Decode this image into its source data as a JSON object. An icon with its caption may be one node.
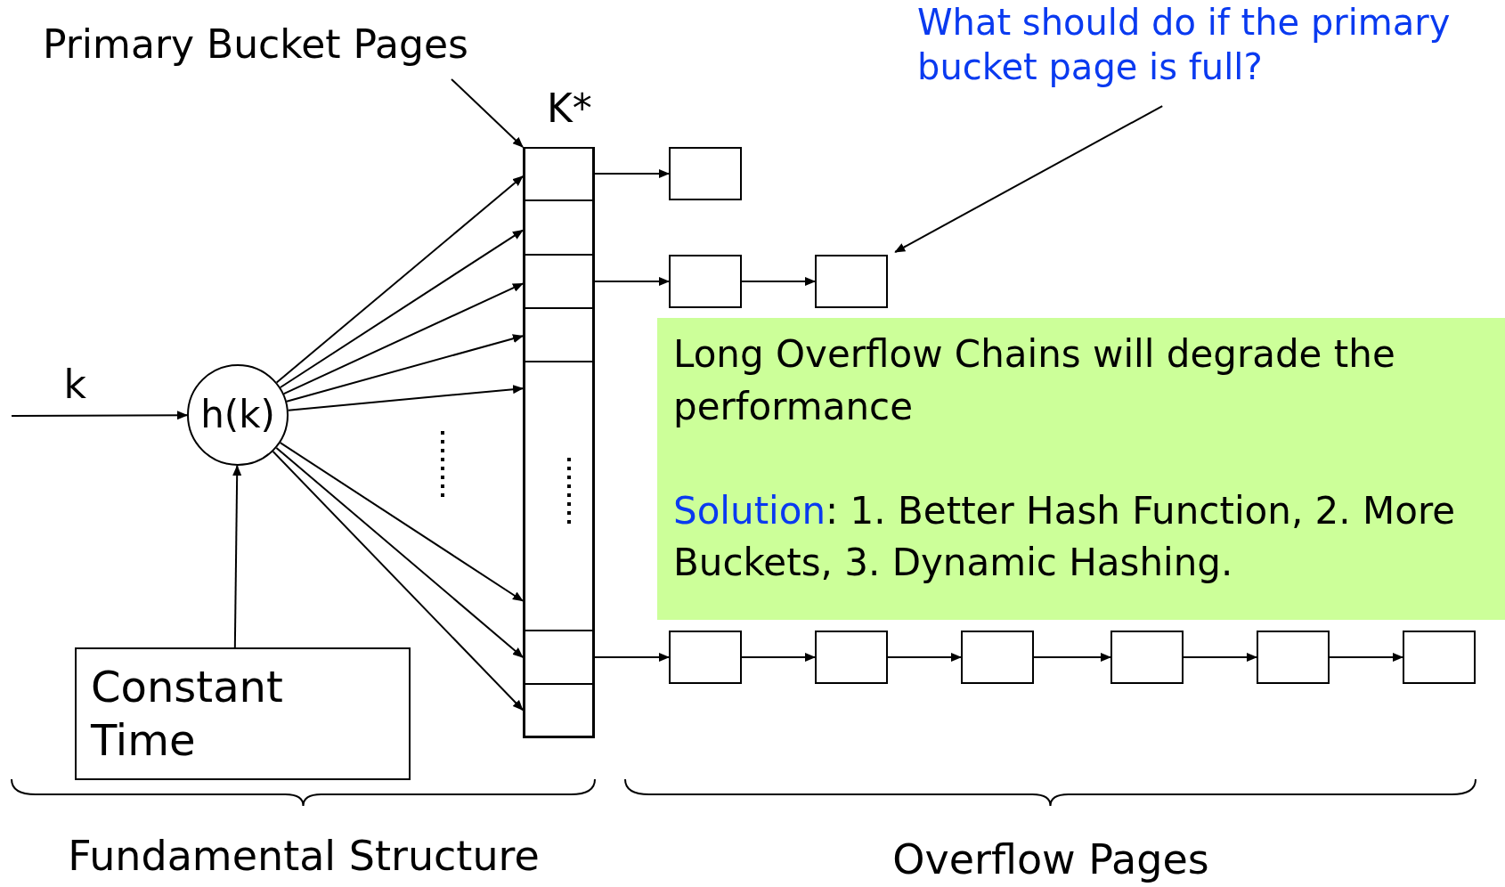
{
  "diagram": {
    "nodes": [
      {
        "text": [
          "Primary Bucket Pages"
        ]
      },
      {
        "text": [
          "What should do if the primary bucket page is full?"
        ]
      },
      {
        "text": [],
        "shape": "box"
      },
      {
        "text": [],
        "shape": "box",
        "in": 2
      },
      {
        "text": [],
        "shape": "box",
        "in": 2
      },
      {
        "text": [],
        "shape": "box",
        "in": 2
      },
      {
        "text": [],
        "shape": "box",
        "in": 2
      },
      {
        "text": [],
        "shape": "box",
        "in": 2
      },
      {
        "text": [],
        "shape": "box",
        "in": 2
      },
      {
        "text": [],
        "shape": "box",
        "in": 2
      },
      {
        "text": [
          "h(k)"
        ]
      },
      {
        "text": [
          "Constant Time"
        ]
      },
      {
        "text": [],
        "shape": "box"
      },
      {
        "text": [],
        "shape": "box"
      },
      {
        "text": [],
        "shape": "box"
      },
      {
        "text": [
          "Long Overflow Chains will degrade the performance",
          "*Solution*: 1. Better Hash Function, 2. More Buckets, 3. Dynamic Hashing."
        ]
      },
      {
        "text": [],
        "shape": "box"
      },
      {
        "text": [],
        "shape": "box"
      },
      {
        "text": [],
        "shape": "box"
      },
      {
        "text": [],
        "shape": "box"
      },
      {
        "text": [],
        "shape": "box"
      },
      {
        "text": [],
        "shape": "box"
      }
    ],
    "edges": [
      {
        "from": null,
        "to": 10,
        "arrow": "to",
        "label": "k"
      },
      {
        "from": 0,
        "to": 2,
        "arrow": "to"
      },
      {
        "from": 11,
        "to": 10,
        "arrow": "to"
      },
      {
        "from": 10,
        "to": 3,
        "arrow": "to"
      },
      {
        "from": 10,
        "to": 4,
        "arrow": "to"
      },
      {
        "from": 10,
        "to": 5,
        "arrow": "to"
      },
      {
        "from": 10,
        "to": 6,
        "arrow": "to"
      },
      {
        "from": 10,
        "to": 7,
        "arrow": "to"
      },
      {
        "from": 10,
        "to": 7,
        "arrow": "to"
      },
      {
        "from": 10,
        "to": 8,
        "arrow": "to"
      },
      {
        "from": 10,
        "to": 9,
        "arrow": "to"
      },
      {
        "from": 3,
        "to": 12,
        "arrow": "to"
      },
      {
        "from": 5,
        "to": 13,
        "arrow": "to"
      },
      {
        "from": 13,
        "to": 14,
        "arrow": "to"
      },
      {
        "from": 8,
        "to": 16,
        "arrow": "to"
      },
      {
        "from": 16,
        "to": 17,
        "arrow": "to"
      },
      {
        "from": 17,
        "to": 18,
        "arrow": "to"
      },
      {
        "from": 18,
        "to": 19,
        "arrow": "to"
      },
      {
        "from": 19,
        "to": 20,
        "arrow": "to"
      },
      {
        "from": 20,
        "to": 21,
        "arrow": "to"
      },
      {
        "from": 1,
        "to": 14,
        "arrow": "to"
      }
    ],
    "labels": [
      "K*",
      "Fundamental Structure",
      "Overflow Pages"
    ]
  }
}
